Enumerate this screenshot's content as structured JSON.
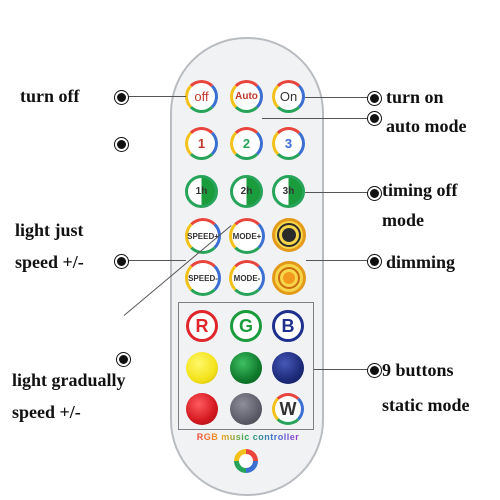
{
  "buttons": {
    "off": "off",
    "auto": "Auto",
    "on": "On",
    "mode1": "1",
    "mode2": "2",
    "mode3": "3",
    "timer1": "1h",
    "timer2": "2h",
    "timer3": "3h",
    "speed_up": "SPEED+",
    "speed_down": "SPEED-",
    "mode_up": "MODE+",
    "mode_down": "MODE-",
    "red": "R",
    "green": "G",
    "blue": "B",
    "white": "W"
  },
  "brand_text": "RGB music controller",
  "labels": {
    "turn_off": "turn off",
    "turn_on": "turn on",
    "auto_mode": "auto mode",
    "timing_off": "timing off",
    "timing_off_2": "mode",
    "light_just": "light just",
    "speed_pm": "speed +/-",
    "dimming": "dimming",
    "light_gradually": "light gradually",
    "speed_pm_2": "speed +/-",
    "nine_buttons": "9 buttons",
    "static_mode": "static mode"
  },
  "colors": {
    "red": "#e0262d",
    "green": "#1a9b3c",
    "blue": "#1e2f8e",
    "yellow": "#f3e21a",
    "dark_green": "#0f7a2c",
    "navy": "#1c2a78",
    "dark_red": "#d3181f",
    "gray": "#5d5d6a"
  },
  "icons": [
    "sun-bright-icon",
    "sun-dim-icon",
    "logo-s-icon"
  ]
}
